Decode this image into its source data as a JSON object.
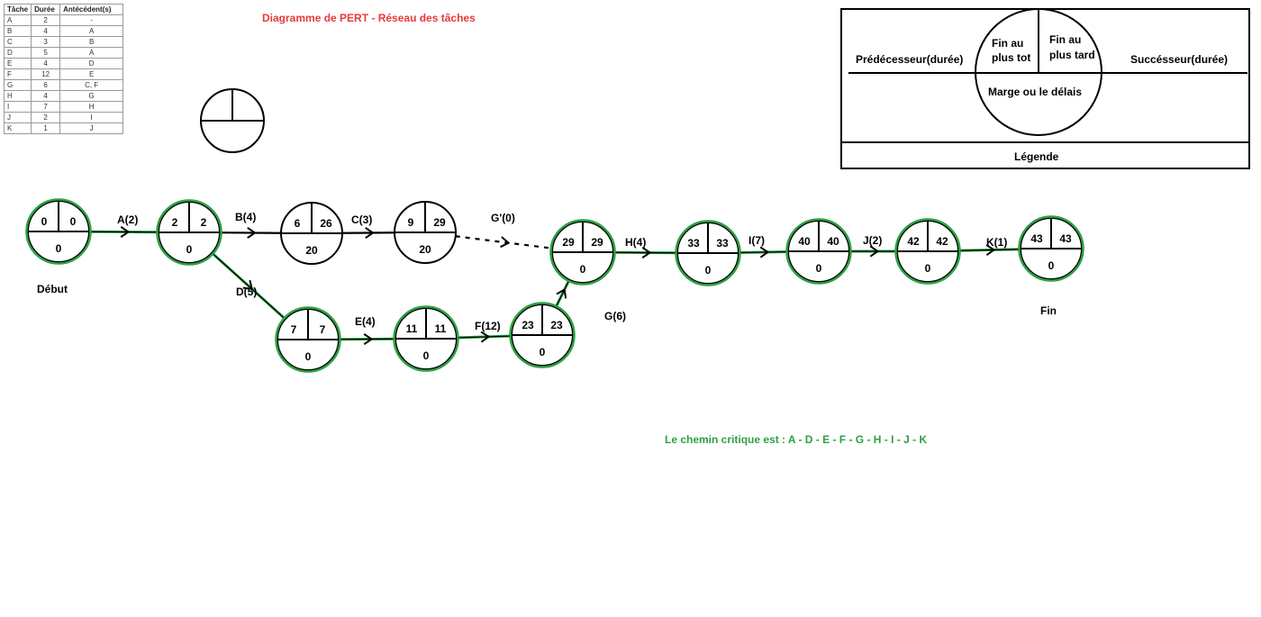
{
  "title": "Diagramme de PERT  - Réseau des tâches",
  "colors": {
    "title": "#e83a3a",
    "critical": "#2ea043",
    "ink": "#000000"
  },
  "task_table": {
    "headers": [
      "Tâche",
      "Durée",
      "Antécédent(s)"
    ],
    "rows": [
      [
        "A",
        "2",
        "-"
      ],
      [
        "B",
        "4",
        "A"
      ],
      [
        "C",
        "3",
        "B"
      ],
      [
        "D",
        "5",
        "A"
      ],
      [
        "E",
        "4",
        "D"
      ],
      [
        "F",
        "12",
        "E"
      ],
      [
        "G",
        "6",
        "C, F"
      ],
      [
        "H",
        "4",
        "G"
      ],
      [
        "I",
        "7",
        "H"
      ],
      [
        "J",
        "2",
        "I"
      ],
      [
        "K",
        "1",
        "J"
      ]
    ]
  },
  "legend": {
    "predecessor": "Prédécesseur(durée)",
    "successor": "Succésseur(durée)",
    "early_line1": "Fin au",
    "early_line2": "plus tot",
    "late_line1": "Fin au",
    "late_line2": "plus tard",
    "slack": "Marge ou le délais",
    "caption": "Légende"
  },
  "labels": {
    "start": "Début",
    "end": "Fin"
  },
  "nodes": [
    {
      "id": "n0",
      "early": "0",
      "late": "0",
      "slack": "0",
      "critical": true
    },
    {
      "id": "n1",
      "early": "2",
      "late": "2",
      "slack": "0",
      "critical": true
    },
    {
      "id": "n2",
      "early": "6",
      "late": "26",
      "slack": "20",
      "critical": false
    },
    {
      "id": "n3",
      "early": "9",
      "late": "29",
      "slack": "20",
      "critical": false
    },
    {
      "id": "n4",
      "early": "7",
      "late": "7",
      "slack": "0",
      "critical": true
    },
    {
      "id": "n5",
      "early": "11",
      "late": "11",
      "slack": "0",
      "critical": true
    },
    {
      "id": "n6",
      "early": "23",
      "late": "23",
      "slack": "0",
      "critical": true
    },
    {
      "id": "n7",
      "early": "29",
      "late": "29",
      "slack": "0",
      "critical": true
    },
    {
      "id": "n8",
      "early": "33",
      "late": "33",
      "slack": "0",
      "critical": true
    },
    {
      "id": "n9",
      "early": "40",
      "late": "40",
      "slack": "0",
      "critical": true
    },
    {
      "id": "n10",
      "early": "42",
      "late": "42",
      "slack": "0",
      "critical": true
    },
    {
      "id": "n11",
      "early": "43",
      "late": "43",
      "slack": "0",
      "critical": true
    }
  ],
  "edges": [
    {
      "from": "n0",
      "to": "n1",
      "label": "A(2)",
      "critical": true,
      "dashed": false
    },
    {
      "from": "n1",
      "to": "n2",
      "label": "B(4)",
      "critical": false,
      "dashed": false
    },
    {
      "from": "n2",
      "to": "n3",
      "label": "C(3)",
      "critical": false,
      "dashed": false
    },
    {
      "from": "n3",
      "to": "n7",
      "label": "G'(0)",
      "critical": false,
      "dashed": true
    },
    {
      "from": "n1",
      "to": "n4",
      "label": "D(5)",
      "critical": true,
      "dashed": false
    },
    {
      "from": "n4",
      "to": "n5",
      "label": "E(4)",
      "critical": true,
      "dashed": false
    },
    {
      "from": "n5",
      "to": "n6",
      "label": "F(12)",
      "critical": true,
      "dashed": false
    },
    {
      "from": "n6",
      "to": "n7",
      "label": "G(6)",
      "critical": true,
      "dashed": false
    },
    {
      "from": "n7",
      "to": "n8",
      "label": "H(4)",
      "critical": true,
      "dashed": false
    },
    {
      "from": "n8",
      "to": "n9",
      "label": "I(7)",
      "critical": true,
      "dashed": false
    },
    {
      "from": "n9",
      "to": "n10",
      "label": "J(2)",
      "critical": true,
      "dashed": false
    },
    {
      "from": "n10",
      "to": "n11",
      "label": "K(1)",
      "critical": true,
      "dashed": false
    }
  ],
  "critical_path": "Le chemin critique est :  A - D - E - F - G - H - I - J - K"
}
